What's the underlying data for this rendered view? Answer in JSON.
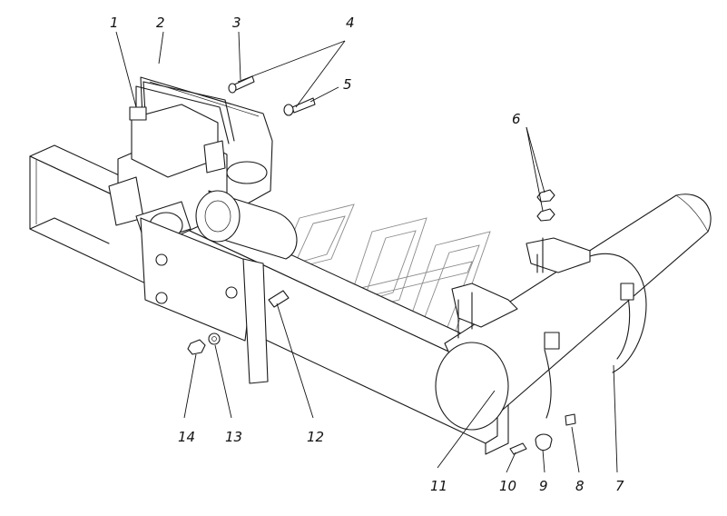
{
  "callouts": [
    {
      "id": "1",
      "label": "1"
    },
    {
      "id": "2",
      "label": "2"
    },
    {
      "id": "3",
      "label": "3"
    },
    {
      "id": "4",
      "label": "4"
    },
    {
      "id": "5",
      "label": "5"
    },
    {
      "id": "6",
      "label": "6"
    },
    {
      "id": "7",
      "label": "7"
    },
    {
      "id": "8",
      "label": "8"
    },
    {
      "id": "9",
      "label": "9"
    },
    {
      "id": "10",
      "label": "10"
    },
    {
      "id": "11",
      "label": "11"
    },
    {
      "id": "12",
      "label": "12"
    },
    {
      "id": "13",
      "label": "13"
    },
    {
      "id": "14",
      "label": "14"
    }
  ],
  "colors": {
    "line": "#1a1a1a",
    "watermark": "#8a8a8a",
    "background": "#ffffff"
  }
}
